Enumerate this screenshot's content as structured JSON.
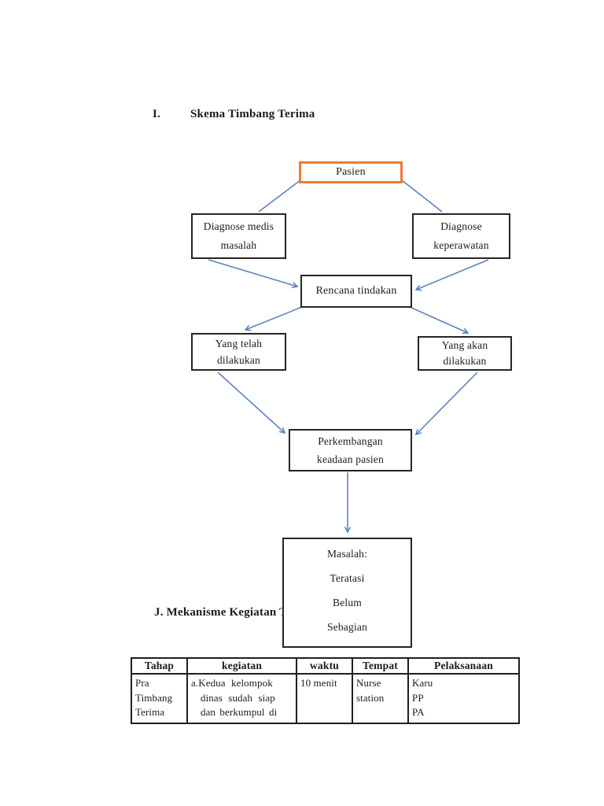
{
  "colors": {
    "connector_blue": "#5b83bd",
    "pasien_border_orange": "#ed7d31",
    "box_border_black": "#252525",
    "text_black": "#1b1b1b",
    "page_background": "#ffffff"
  },
  "headings": {
    "section_i_numeral": "I.",
    "section_i_title": "Skema Timbang Terima",
    "section_j_visible": "J. Mekanisme Kegiatan T"
  },
  "flowchart": {
    "pasien": "Pasien",
    "diagnose_medis": [
      "Diagnose medis",
      "masalah"
    ],
    "diagnose_keperawatan": [
      "Diagnose",
      "keperawatan"
    ],
    "rencana_tindakan": "Rencana tindakan",
    "yang_telah": [
      "Yang telah",
      "dilakukan"
    ],
    "yang_akan": [
      "Yang akan",
      "dilakukan"
    ],
    "perkembangan": [
      "Perkembangan",
      "keadaan pasien"
    ],
    "masalah": [
      "Masalah:",
      "Teratasi",
      "Belum",
      "Sebagian"
    ]
  },
  "table": {
    "headers": [
      "Tahap",
      "kegiatan",
      "waktu",
      "Tempat",
      "Pelaksanaan"
    ],
    "row": {
      "tahap": [
        "Pra",
        "Timbang",
        "Terima"
      ],
      "kegiatan": [
        "a.Kedua kelompok",
        "dinas sudah siap",
        "dan berkumpul di"
      ],
      "waktu": "10 menit",
      "tempat": [
        "Nurse",
        "station"
      ],
      "pelaksanaan": [
        "Karu",
        "PP",
        "PA"
      ]
    }
  }
}
